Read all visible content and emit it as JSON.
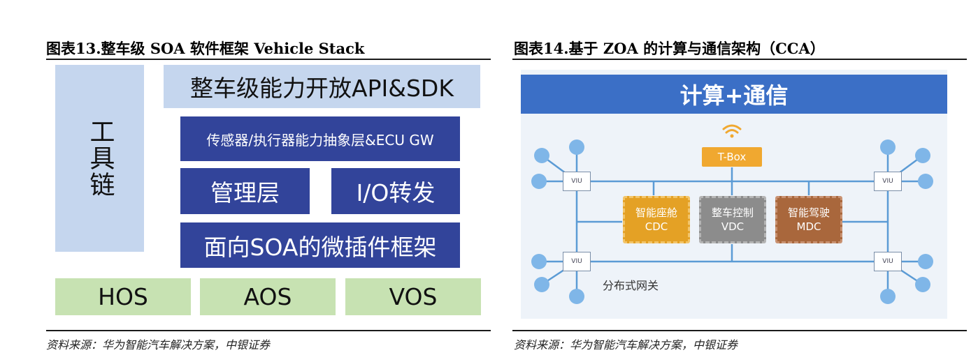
{
  "figure13": {
    "title": "图表13.整车级 SOA 软件框架 Vehicle Stack",
    "tools_label": "工具链",
    "api_label": "整车级能力开放API&SDK",
    "abstraction_label": "传感器/执行器能力抽象层&ECU GW",
    "management_label": "管理层",
    "io_label": "I/O转发",
    "plugin_label": "面向SOA的微插件框架",
    "os": [
      "HOS",
      "AOS",
      "VOS"
    ],
    "source": "资料来源：华为智能汽车解决方案，中银证券"
  },
  "figure14": {
    "title": "图表14.基于 ZOA 的计算与通信架构（CCA）",
    "header": "计算+通信",
    "tbox_label": "T-Box",
    "chips": [
      {
        "line1": "智能座舱",
        "line2": "CDC",
        "color": "#e4a125"
      },
      {
        "line1": "整车控制",
        "line2": "VDC",
        "color": "#8c8c8c"
      },
      {
        "line1": "智能驾驶",
        "line2": "MDC",
        "color": "#a9673c"
      }
    ],
    "viu_label": "VIU",
    "gateway_label": "分布式网关",
    "source": "资料来源：华为智能汽车解决方案，中银证券"
  },
  "colors": {
    "light_blue": "#c5d6ee",
    "dark_blue": "#32449a",
    "green": "#c7e2b2",
    "header_blue": "#3b6fc6",
    "line_blue": "#5b9bd5",
    "tbox": "#f0a830"
  },
  "icons": [
    "wifi-icon",
    "sensor-node-icon"
  ]
}
